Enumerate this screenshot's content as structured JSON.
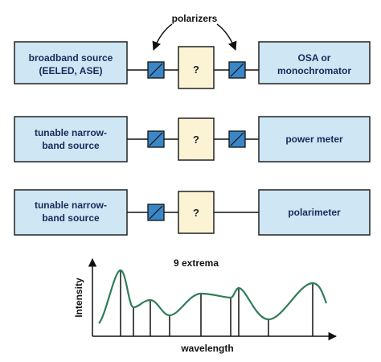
{
  "colors": {
    "box_fill": "#cfe6f4",
    "box_stroke": "#222222",
    "sample_fill": "#fbf3d4",
    "polarizer_fill": "#3a86c6",
    "curve": "#2f7d5a",
    "line": "#111111"
  },
  "annotation": {
    "polarizers": "polarizers"
  },
  "rows": [
    {
      "source_lines": [
        "broadband source",
        "(EELED, ASE)"
      ],
      "sample": "?",
      "detector_lines": [
        "OSA or",
        "monochromator"
      ]
    },
    {
      "source_lines": [
        "tunable narrow-",
        "band source"
      ],
      "sample": "?",
      "detector_lines": [
        "power meter"
      ]
    },
    {
      "source_lines": [
        "tunable narrow-",
        "band source"
      ],
      "sample": "?",
      "detector_lines": [
        "polarimeter"
      ]
    }
  ],
  "plot": {
    "title": "9 extrema",
    "xlabel": "wavelength",
    "ylabel": "Intensity"
  }
}
